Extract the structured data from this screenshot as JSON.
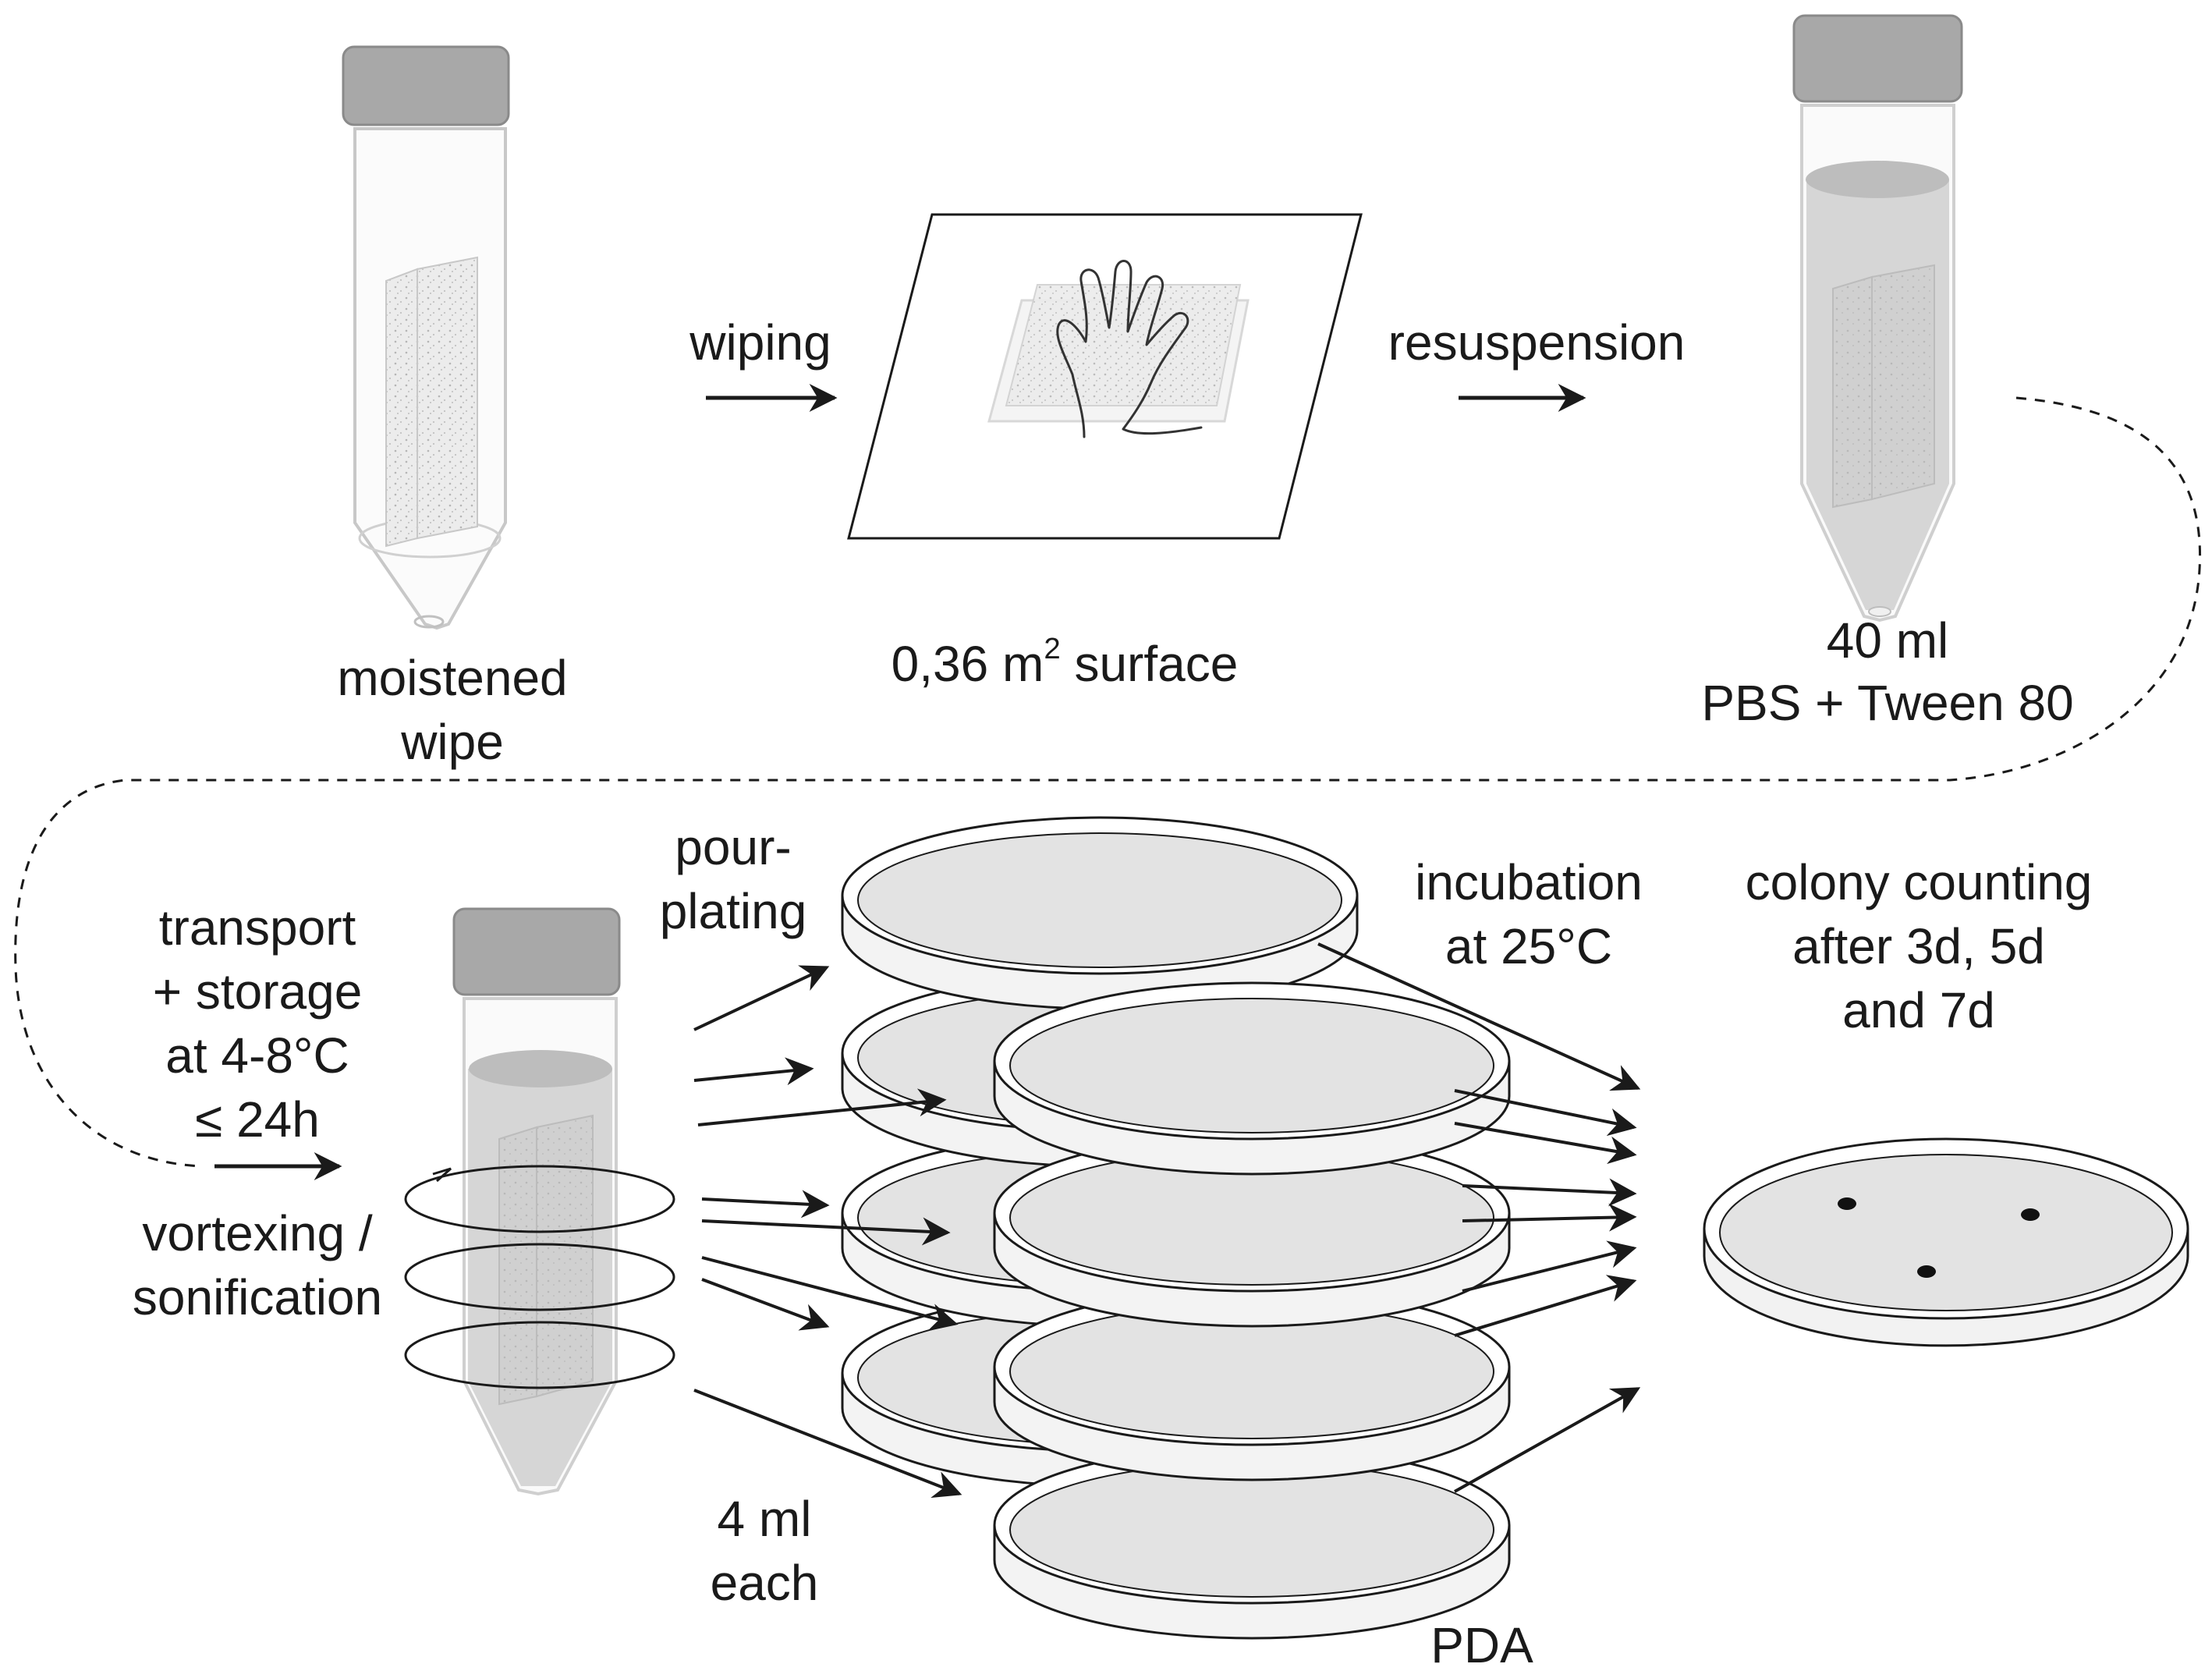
{
  "labels": {
    "moistened_wipe": [
      "moistened",
      "wipe"
    ],
    "wiping": "wiping",
    "surface_value": "0,36 m",
    "surface_sup": "2",
    "surface_unit": " surface",
    "resuspension": "resuspension",
    "volume_40": "40 ml",
    "buffer": "PBS + Tween 80",
    "transport": [
      "transport",
      "+ storage",
      "at 4-8°C",
      "≤ 24h"
    ],
    "vortexing": [
      "vortexing /",
      "sonification"
    ],
    "pour_plating": [
      "pour-",
      "plating"
    ],
    "volume_each": [
      "4 ml",
      "each"
    ],
    "incubation": [
      "incubation",
      "at 25°C"
    ],
    "colony_counting": [
      "colony counting",
      "after 3d, 5d",
      "and 7d"
    ],
    "medium": "PDA"
  },
  "colors": {
    "stroke": "#1a1a1a",
    "faint_stroke": "#c8c8c8",
    "agar": "#e3e3e3",
    "cap": "#a8a8a8",
    "liquid": "#d6d6d6",
    "colony": "#111111"
  },
  "icons": [
    "tube-icon",
    "wipe-icon",
    "surface-icon",
    "hand-icon",
    "petri-dish-icon",
    "arrow-icon",
    "vortex-ring-icon",
    "colony-dot-icon"
  ]
}
